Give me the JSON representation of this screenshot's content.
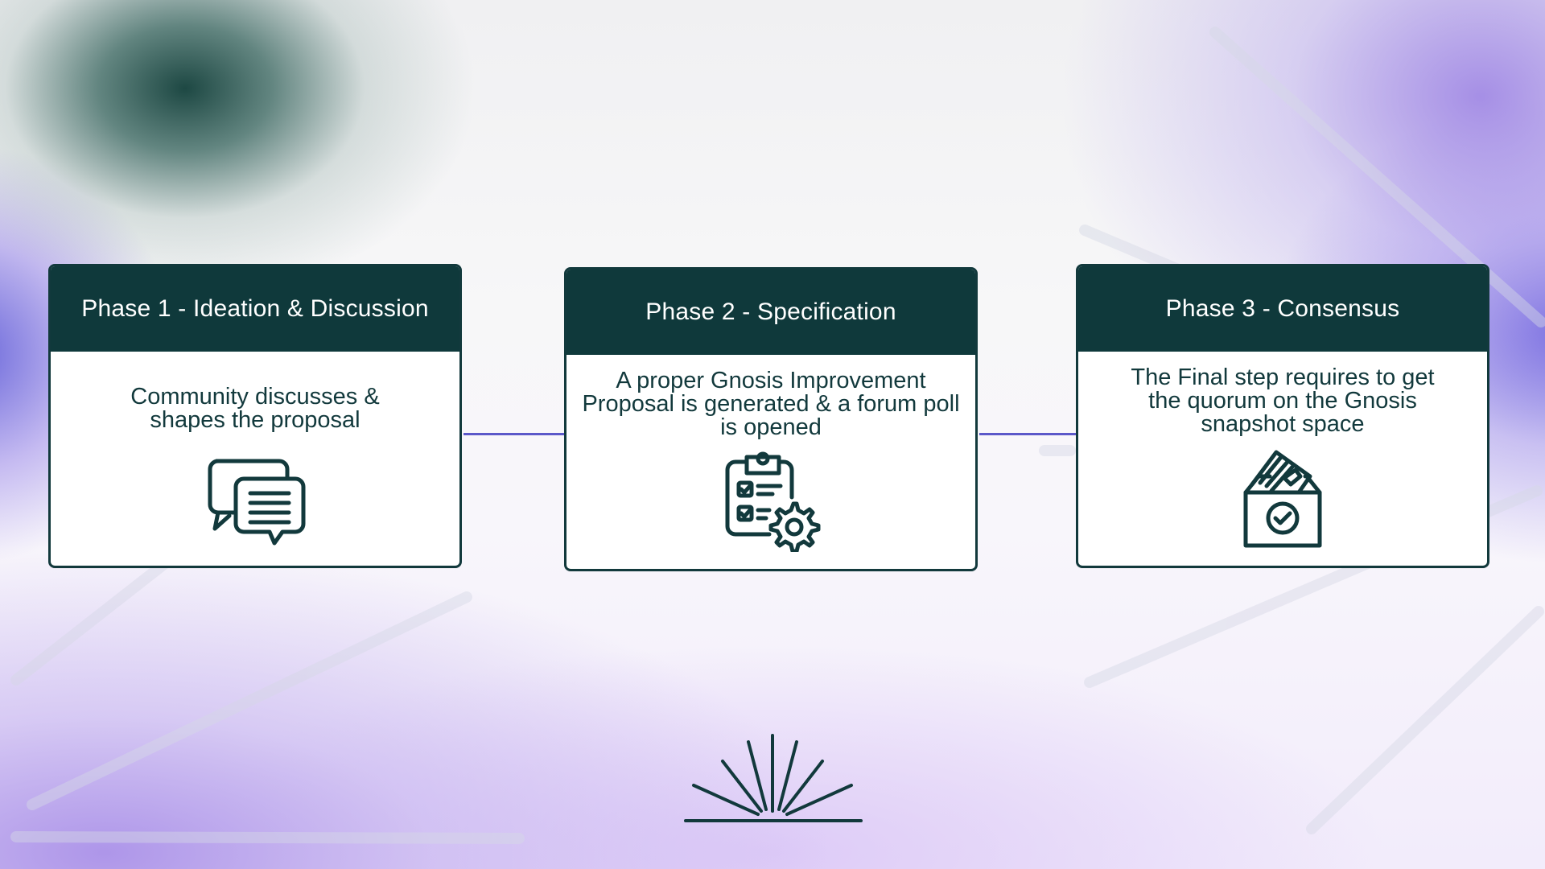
{
  "phases": [
    {
      "title": "Phase 1 - Ideation & Discussion",
      "description": "Community discusses & shapes the proposal",
      "icon": "chat-bubbles-icon"
    },
    {
      "title": "Phase 2 - Specification",
      "description": "A proper Gnosis Improvement Proposal is generated & a forum poll is opened",
      "icon": "clipboard-checklist-gear-icon"
    },
    {
      "title": "Phase 3 - Consensus",
      "description": "The Final step requires to get the quorum on the Gnosis snapshot space",
      "icon": "ballot-box-icon"
    }
  ],
  "colors": {
    "header": "#0f393b",
    "text": "#12393c",
    "connector": "#5c58c9"
  }
}
